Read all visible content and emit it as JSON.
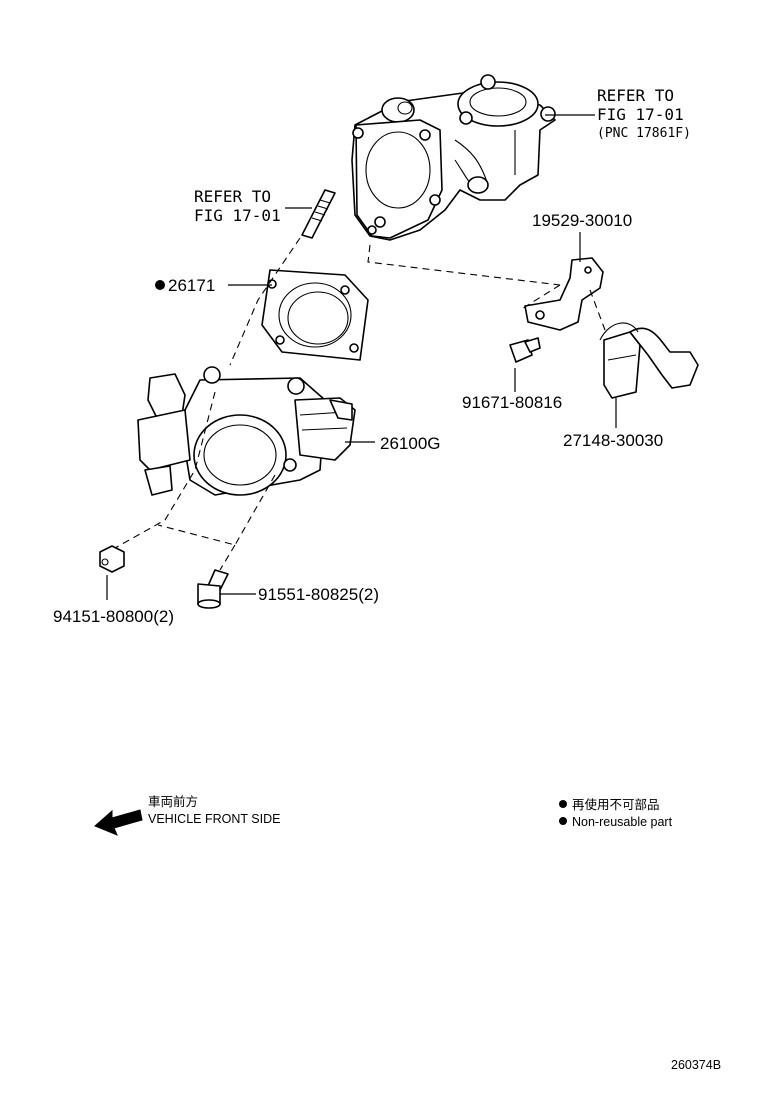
{
  "refer_top": {
    "line1": "REFER TO",
    "line2": "FIG 17-01",
    "line3": "(PNC 17861F)"
  },
  "refer_stud": {
    "line1": "REFER TO",
    "line2": "FIG 17-01"
  },
  "parts": {
    "gasket": "26171",
    "throttle_body": "26100G",
    "bracket": "19529-30010",
    "bracket_bolt": "91671-80816",
    "sensor": "27148-30030",
    "nut": "94151-80800(2)",
    "bolt": "91551-80825(2)"
  },
  "front_side": {
    "jp": "車両前方",
    "en": "VEHICLE FRONT SIDE"
  },
  "legend": {
    "jp": "再使用不可部品",
    "en": "Non-reusable part"
  },
  "figure_id": "260374B"
}
